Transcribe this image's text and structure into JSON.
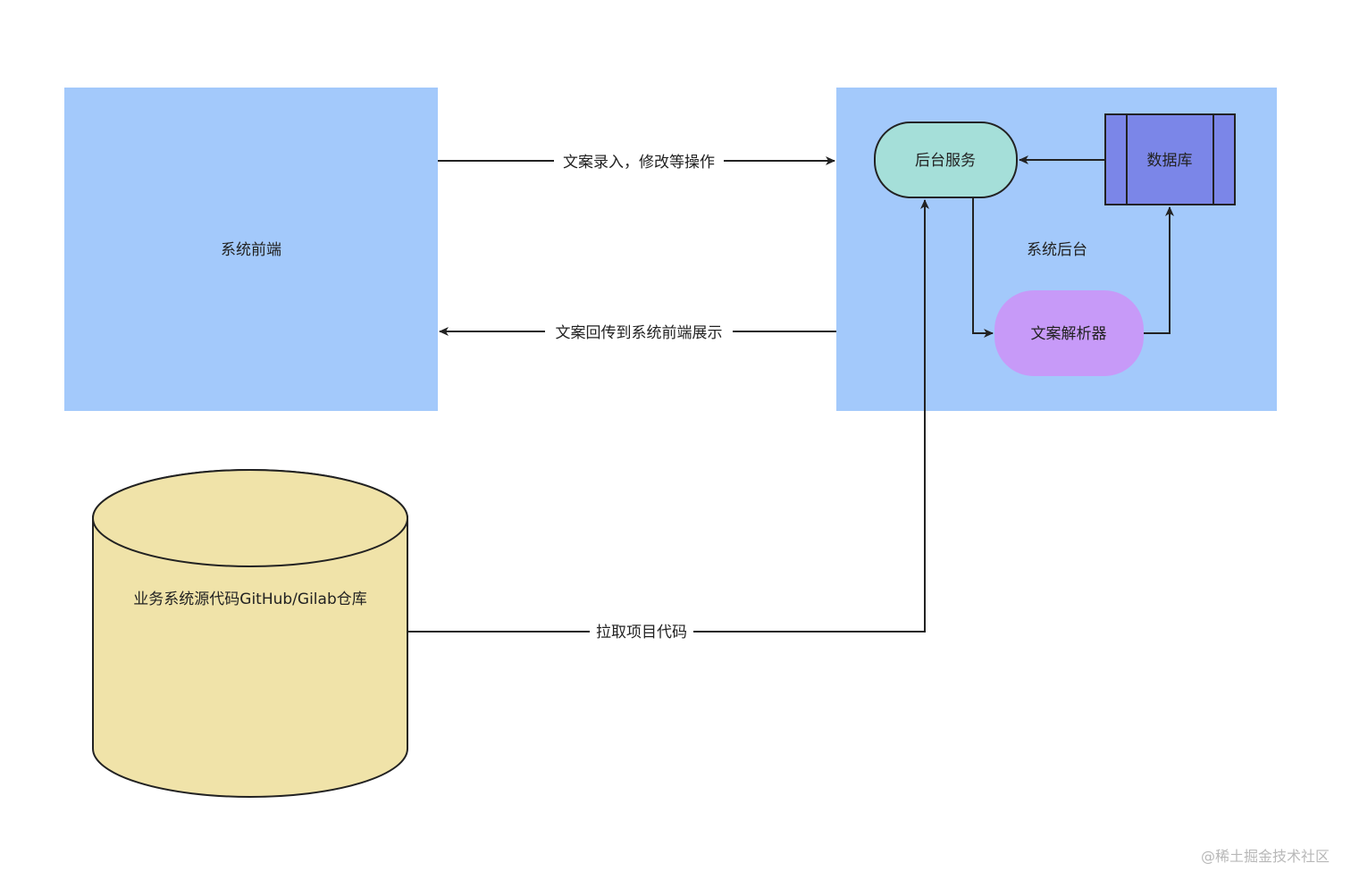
{
  "nodes": {
    "frontend": {
      "label": "系统前端",
      "color": "#a3c9fb"
    },
    "backend": {
      "label": "系统后台",
      "color": "#a3c9fb"
    },
    "service": {
      "label": "后台服务",
      "color": "#a5dfd9"
    },
    "database": {
      "label": "数据库",
      "color": "#7b86e8"
    },
    "parser": {
      "label": "文案解析器",
      "color": "#c79af8"
    },
    "repo": {
      "label": "业务系统源代码GitHub/Gilab仓库",
      "color": "#f0e3a9"
    }
  },
  "edges": {
    "frontend_to_backend": "文案录入，修改等操作",
    "backend_to_frontend": "文案回传到系统前端展示",
    "repo_to_service": "拉取项目代码"
  },
  "watermark": "@稀土掘金技术社区"
}
